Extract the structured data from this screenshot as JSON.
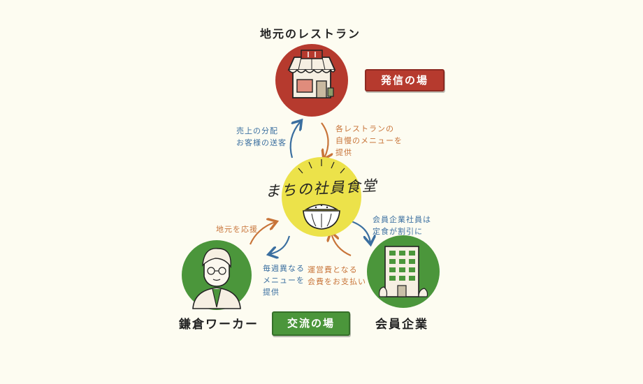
{
  "nodes": {
    "restaurant": {
      "label": "地元のレストラン"
    },
    "center": {
      "label": "まちの社員食堂"
    },
    "worker": {
      "label": "鎌倉ワーカー"
    },
    "company": {
      "label": "会員企業"
    }
  },
  "badges": {
    "top": "発信の場",
    "bottom": "交流の場"
  },
  "flows": {
    "center_to_restaurant": "売上の分配\nお客様の送客",
    "restaurant_to_center": "各レストランの\n自慢のメニューを\n提供",
    "center_to_company": "会員企業社員は\n定食が割引に",
    "company_to_center": "運営費となる\n会費をお支払い",
    "worker_to_center": "地元を応援",
    "center_to_worker": "毎週異なる\nメニューを\n提供"
  },
  "colors": {
    "restaurant_circle": "#b63a2e",
    "center_circle": "#ece24a",
    "worker_circle": "#4b963b",
    "company_circle": "#4b963b",
    "arrow_blue": "#3b6fa0",
    "arrow_orange": "#c87439",
    "background": "#fdfcf1"
  },
  "icons": {
    "restaurant": "storefront-icon",
    "center": "rice-bowl-icon",
    "worker": "office-worker-icon",
    "company": "office-building-icon"
  }
}
